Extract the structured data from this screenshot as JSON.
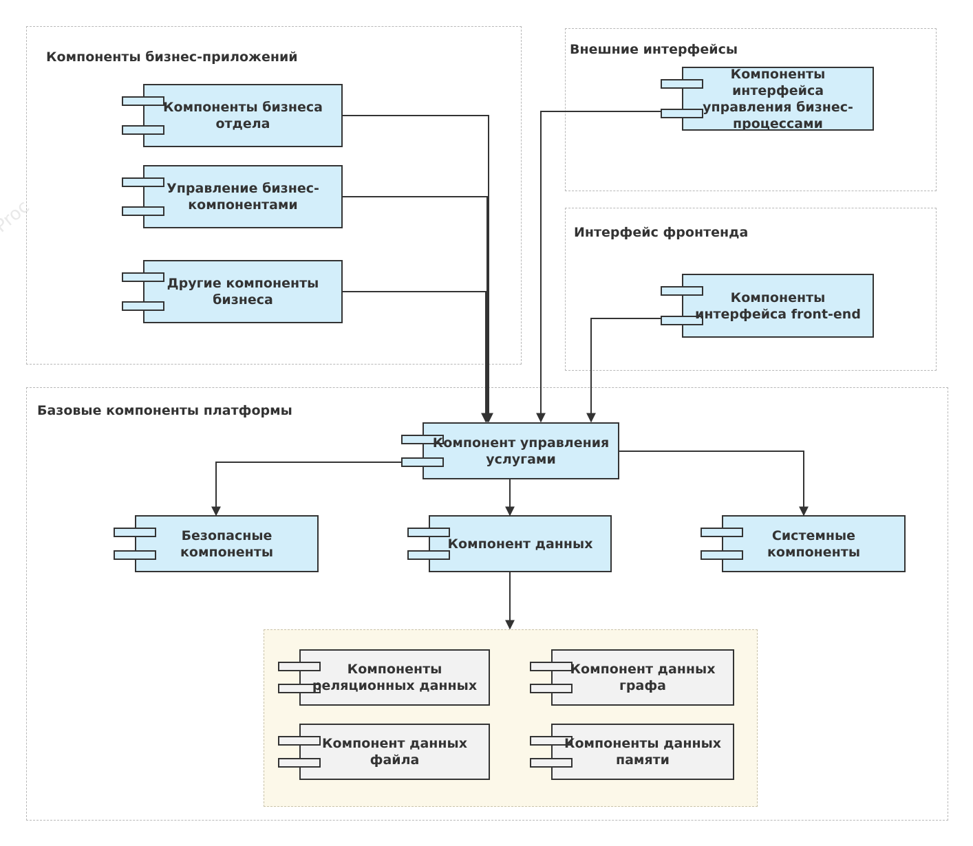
{
  "groups": {
    "business_apps": "Компоненты бизнес-приложений",
    "external_interfaces": "Внешние интерфейсы",
    "frontend_interface": "Интерфейс фронтенда",
    "platform_base": "Базовые компоненты платформы"
  },
  "components": {
    "dept_business": "Компоненты бизнеса отдела",
    "business_management": "Управление бизнес-компонентами",
    "other_business": "Другие компоненты бизнеса",
    "bpm_interface": "Компоненты интерфейса управления бизнес-процессами",
    "frontend_components": "Компоненты интерфейса front-end",
    "service_management": "Компонент управления услугами",
    "security": "Безопасные компоненты",
    "data": "Компонент данных",
    "system": "Системные компоненты",
    "relational_data": "Компоненты реляционных данных",
    "graph_data": "Компонент данных графа",
    "file_data": "Компонент данных файла",
    "memory_data": "Компоненты данных памяти"
  },
  "colors": {
    "component_fill": "#d3eefa",
    "store_component_fill": "#f2f2f2",
    "store_background": "#fcf8e9",
    "stroke": "#333333"
  }
}
